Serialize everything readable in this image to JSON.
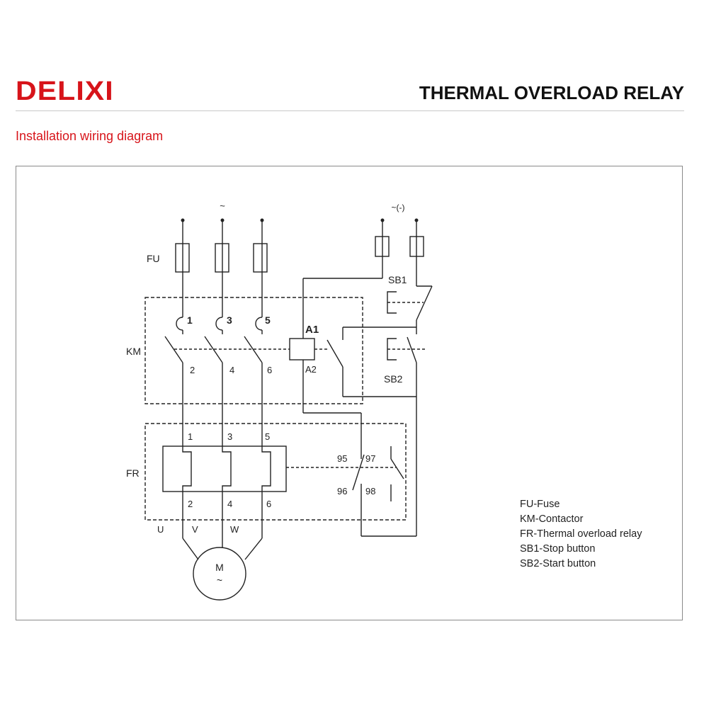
{
  "brand": {
    "logo_text": "DELIXI",
    "color": "#d7141a"
  },
  "header": {
    "title": "THERMAL OVERLOAD RELAY"
  },
  "section": {
    "subtitle": "Installation wiring diagram"
  },
  "diagram": {
    "supply_main": "~",
    "supply_control": "~(-)",
    "labels": {
      "fu": "FU",
      "km": "KM",
      "fr": "FR",
      "sb1": "SB1",
      "sb2": "SB2",
      "a1": "A1",
      "a2": "A2",
      "km_top": [
        "1",
        "3",
        "5"
      ],
      "km_bottom": [
        "2",
        "4",
        "6"
      ],
      "fr_top": [
        "1",
        "3",
        "5"
      ],
      "fr_bottom": [
        "2",
        "4",
        "6"
      ],
      "fr_aux_top": [
        "95",
        "97"
      ],
      "fr_aux_bottom": [
        "96",
        "98"
      ],
      "motor_terminals": [
        "U",
        "V",
        "W"
      ],
      "motor_letter": "M",
      "motor_symbol": "~"
    }
  },
  "legend": [
    "FU-Fuse",
    "KM-Contactor",
    "FR-Thermal overload relay",
    "SB1-Stop button",
    "SB2-Start button"
  ]
}
